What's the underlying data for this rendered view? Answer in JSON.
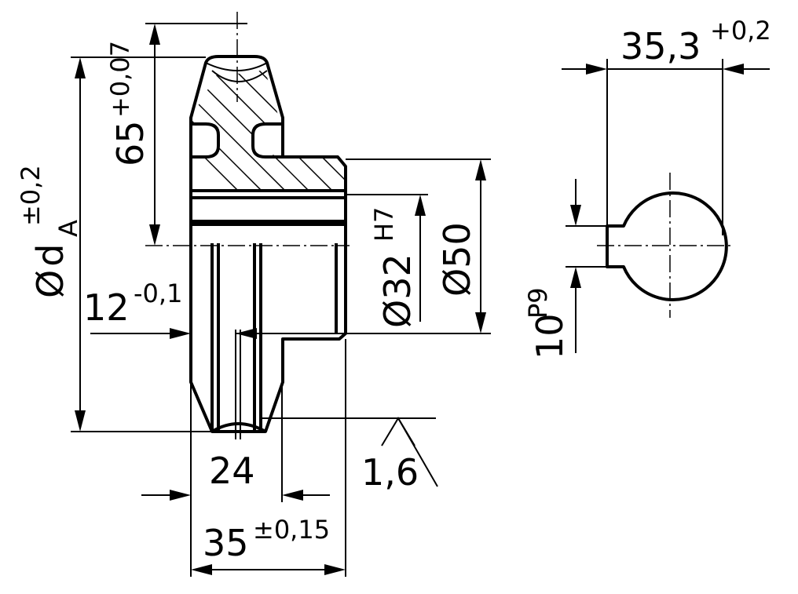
{
  "dimensions": {
    "hub_length": {
      "value": "35",
      "tolerance": "±0,15"
    },
    "face_width": {
      "value": "24"
    },
    "offset": {
      "value": "12",
      "tolerance": "-0,1"
    },
    "bore": {
      "symbol": "Ø",
      "value": "32",
      "fit": "H7"
    },
    "hub_diameter": {
      "symbol": "Ø",
      "value": "50"
    },
    "tip_diameter": {
      "symbol": "Ø",
      "value": "d",
      "subscript": "A",
      "tolerance": "±0,2"
    },
    "center_height": {
      "value": "65",
      "tolerance": "+0,07"
    },
    "keyway_depth": {
      "value": "35,3",
      "tolerance": "+0,2"
    },
    "keyway_width": {
      "value": "10",
      "fit": "P9"
    }
  },
  "surface_finish": {
    "roughness": "1,6"
  },
  "colors": {
    "line": "#000000",
    "background": "#ffffff"
  }
}
